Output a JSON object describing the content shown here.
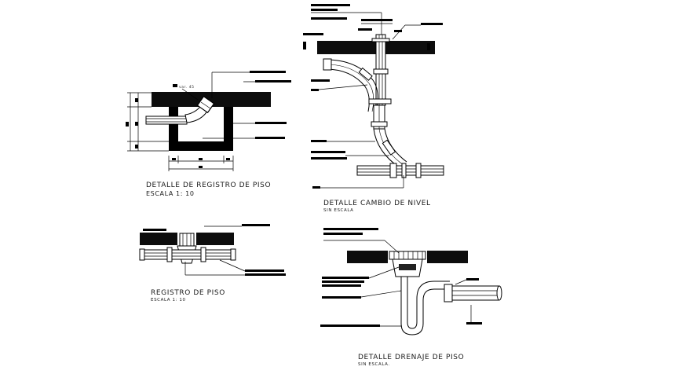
{
  "details": [
    {
      "id": "registro-detalle",
      "title": "DETALLE DE REGISTRO DE PISO",
      "scale": "ESCALA 1: 10"
    },
    {
      "id": "cambio-nivel",
      "title": "DETALLE CAMBIO DE NIVEL",
      "scale": "SIN ESCALA"
    },
    {
      "id": "registro-piso",
      "title": "REGISTRO DE PISO",
      "scale": "ESCALA 1: 10"
    },
    {
      "id": "drenaje-piso",
      "title": "DETALLE DRENAJE DE PISO",
      "scale": "SIN ESCALA."
    }
  ],
  "annotations": {
    "angle_note": "var. 45"
  },
  "colors": {
    "ink": "#000000",
    "background": "#ffffff"
  }
}
